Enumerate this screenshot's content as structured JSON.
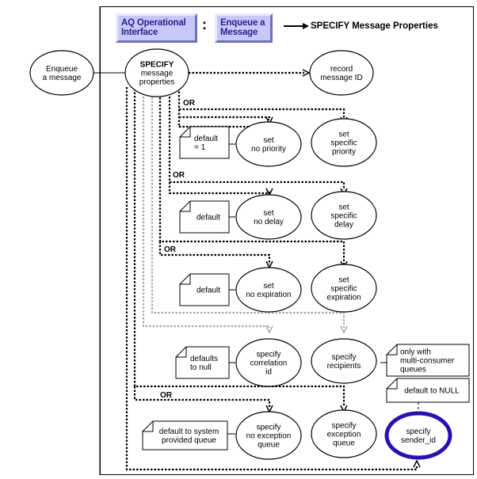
{
  "header": {
    "box1": [
      "AQ Operational",
      "Interface"
    ],
    "colon": ":",
    "box2": [
      "Enqueue a",
      "Message"
    ],
    "arrow_label": "SPECIFY Message Properties",
    "box_color": "#c8c8f8",
    "box_text_color": "#2a1f8f"
  },
  "nodes": {
    "enqueue": [
      "Enqueue",
      "a message"
    ],
    "specify": [
      "SPECIFY",
      "message",
      "properties"
    ],
    "record": [
      "record",
      "message ID"
    ],
    "no_priority": [
      "set",
      "no priority"
    ],
    "specific_priority": [
      "set",
      "specific",
      "priority"
    ],
    "no_delay": [
      "set",
      "no delay"
    ],
    "specific_delay": [
      "set",
      "specific",
      "delay"
    ],
    "no_expiration": [
      "set",
      "no expiration"
    ],
    "specific_expiration": [
      "set",
      "specific",
      "expiration"
    ],
    "correlation": [
      "specify",
      "correlation",
      "id"
    ],
    "recipients": [
      "specify",
      "recipients"
    ],
    "no_exception": [
      "specify",
      "no exception",
      "queue"
    ],
    "exception": [
      "specify",
      "exception",
      "queue"
    ],
    "sender": [
      "specify",
      "sender_id"
    ]
  },
  "notes": {
    "priority_default": [
      "default",
      "= 1"
    ],
    "delay_default": [
      "default"
    ],
    "expiration_default": [
      "default"
    ],
    "correlation_default": [
      "defaults",
      "to null"
    ],
    "recipients_note": [
      "only with",
      "multi-consumer",
      "queues"
    ],
    "sender_default": [
      "default to NULL"
    ],
    "exception_default": [
      "default to system",
      "provided queue"
    ]
  },
  "labels": {
    "or": "OR"
  },
  "colors": {
    "highlight": "#2a10b0",
    "optional_path": "#a8a8a8"
  }
}
